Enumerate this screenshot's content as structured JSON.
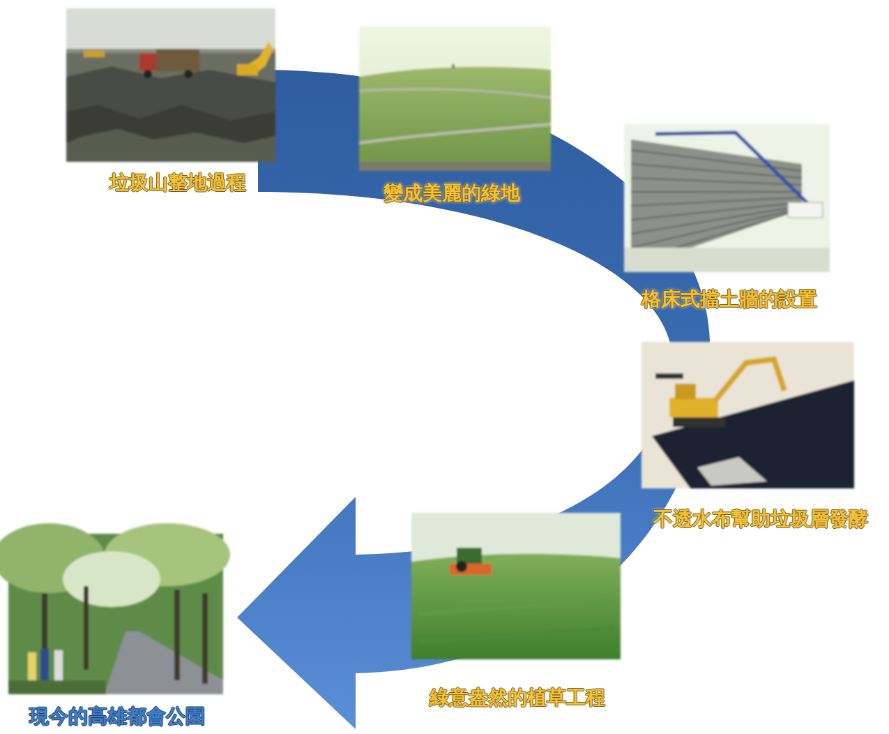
{
  "diagram": {
    "nodes": [
      {
        "text": [
          "垃圾山整地過程"
        ]
      },
      {
        "text": [
          "變成美麗的綠地"
        ]
      },
      {
        "text": [
          "格床式擋土牆的設置"
        ]
      },
      {
        "text": [
          "不透水布幫助垃圾層發酵"
        ]
      },
      {
        "text": [
          "綠意盎然的植草工程"
        ]
      },
      {
        "text": [
          "現今的高雄都會公園"
        ]
      }
    ]
  }
}
